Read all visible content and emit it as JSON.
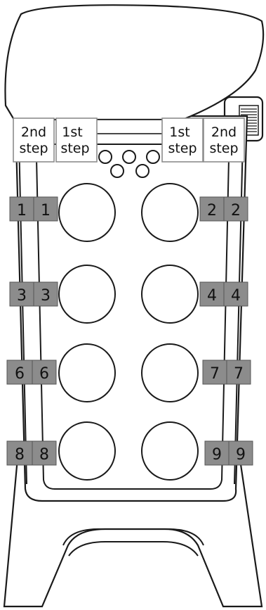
{
  "colors": {
    "outline": "#1a1a1a",
    "label_fill": "#8c8c8c",
    "label_text": "#111111",
    "step_border": "#8c8c8c"
  },
  "step_labels": {
    "left_outer": [
      "2nd",
      "step"
    ],
    "left_inner": [
      "1st",
      "step"
    ],
    "right_inner": [
      "1st",
      "step"
    ],
    "right_outer": [
      "2nd",
      "step"
    ]
  },
  "button_rows": [
    {
      "left": [
        "1",
        "1"
      ],
      "right": [
        "2",
        "2"
      ]
    },
    {
      "left": [
        "3",
        "3"
      ],
      "right": [
        "4",
        "4"
      ]
    },
    {
      "left": [
        "6",
        "6"
      ],
      "right": [
        "7",
        "7"
      ]
    },
    {
      "left": [
        "8",
        "8"
      ],
      "right": [
        "9",
        "9"
      ]
    }
  ]
}
